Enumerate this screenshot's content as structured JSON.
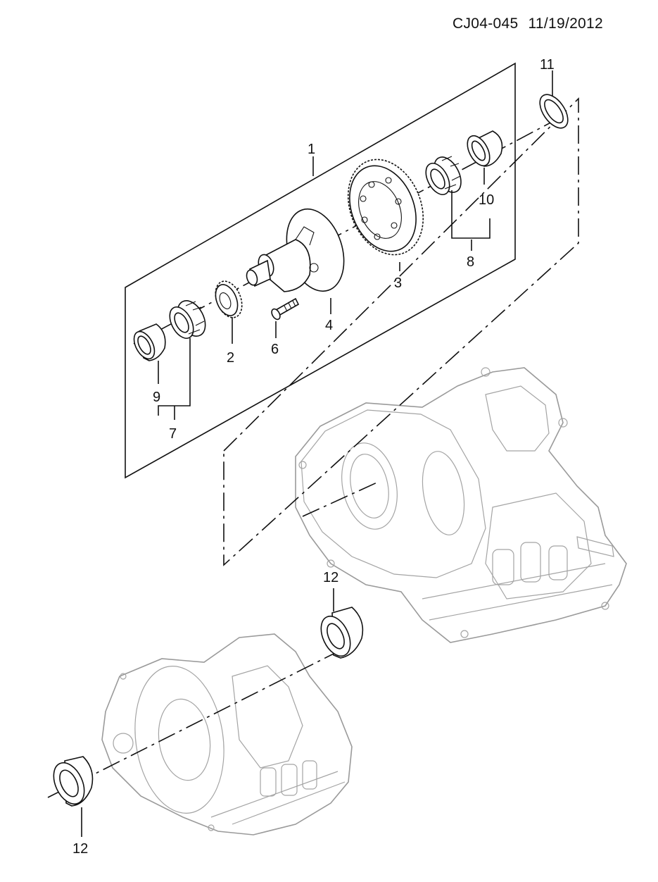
{
  "header": {
    "code": "CJ04-045",
    "date": "11/19/2012"
  },
  "callouts": {
    "c1": "1",
    "c2": "2",
    "c3": "3",
    "c4": "4",
    "c6": "6",
    "c7": "7",
    "c8": "8",
    "c9": "9",
    "c10": "10",
    "c11": "11",
    "c12a": "12",
    "c12b": "12"
  },
  "icons": {
    "differential-case": "differential-case-icon",
    "ring-gear": "ring-gear-icon",
    "pinion-gear": "pinion-gear-icon",
    "tapered-bearing": "tapered-bearing-icon",
    "bearing-race": "bearing-race-icon",
    "oil-seal": "oil-seal-icon",
    "bolt": "bolt-icon",
    "transaxle-case": "transaxle-case-icon"
  }
}
